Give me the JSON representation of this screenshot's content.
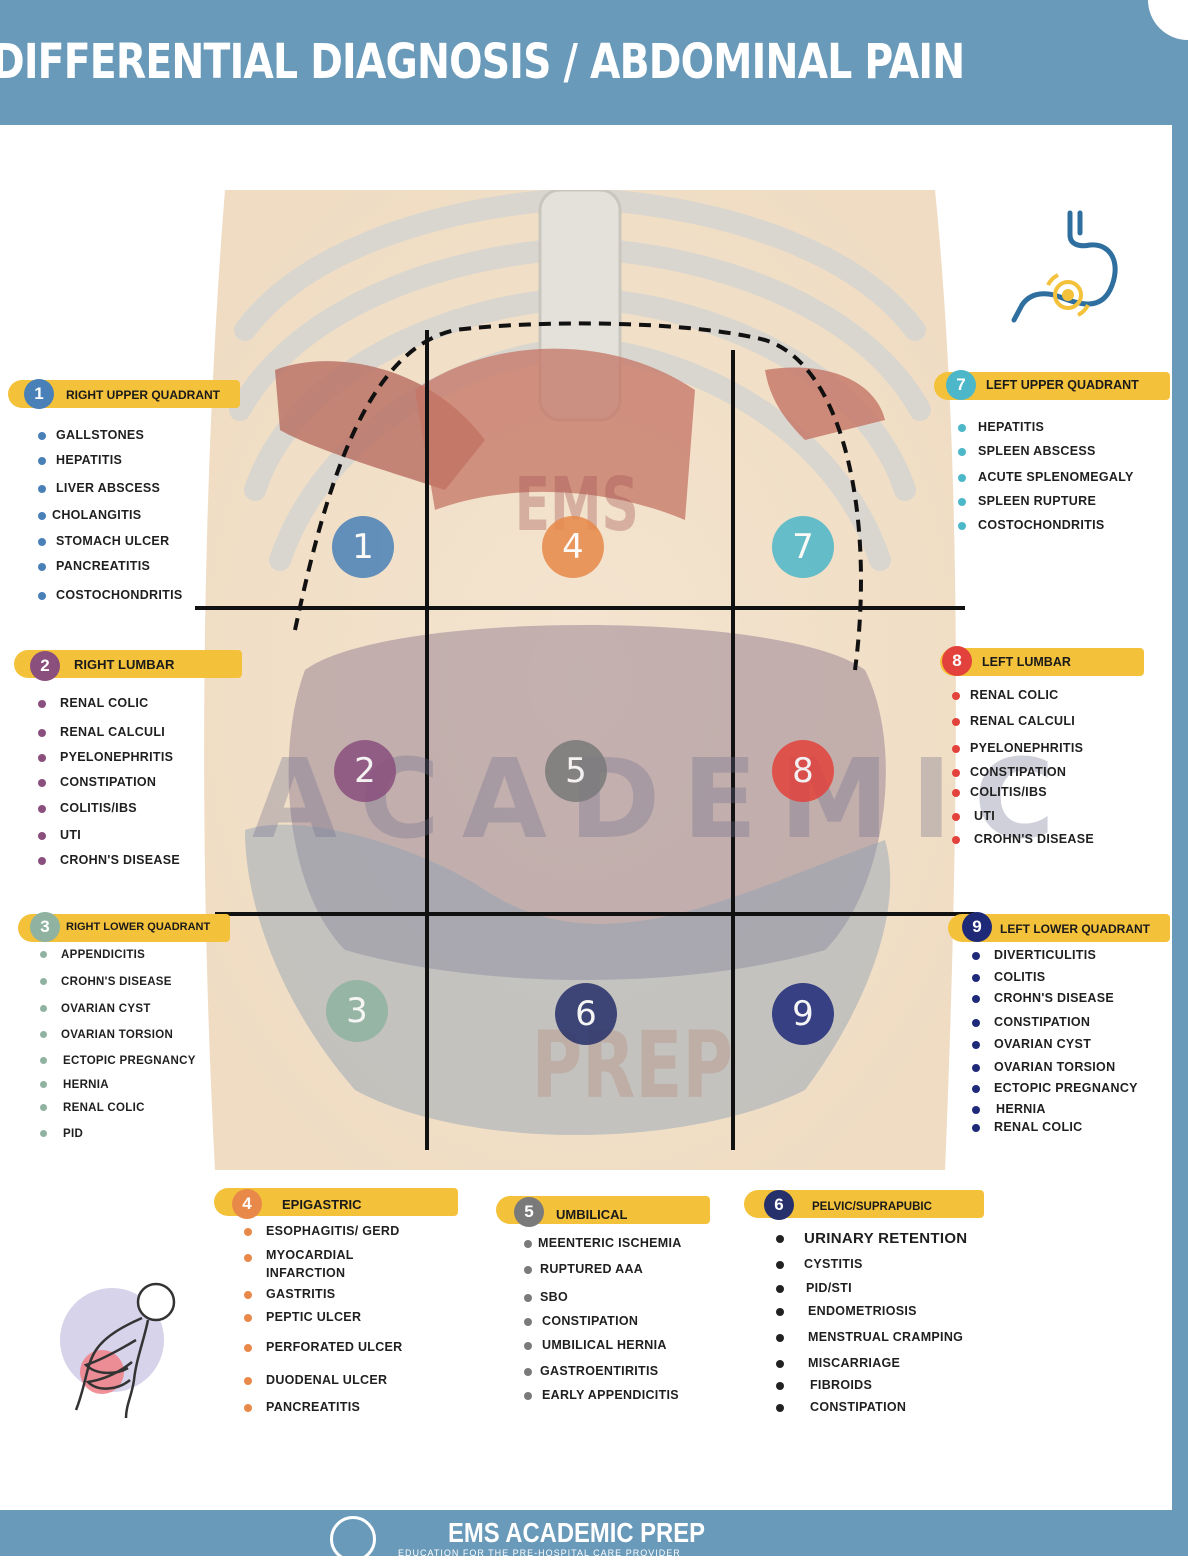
{
  "title": "DIFFERENTIAL DIAGNOSIS / ABDOMINAL PAIN LOCATION",
  "colors": {
    "frame": "#6a9ab9",
    "pill": "#f4c13a",
    "r1": "#4a80b8",
    "r2": "#8a4f7d",
    "r3": "#8fb3a0",
    "r4": "#e8894a",
    "r5": "#7a7a7a",
    "r6": "#26306a",
    "r7": "#4cb7c8",
    "r8": "#e2423b",
    "r9": "#1e2a78"
  },
  "watermark": {
    "top": "EMS",
    "middle": "ACADEMIC",
    "bottom": "PREP"
  },
  "regions": [
    {
      "num": "1",
      "title": "RIGHT UPPER QUADRANT",
      "items": [
        "GALLSTONES",
        "HEPATITIS",
        "LIVER ABSCESS",
        "CHOLANGITIS",
        "STOMACH ULCER",
        "PANCREATITIS",
        "COSTOCHONDRITIS"
      ]
    },
    {
      "num": "2",
      "title": "RIGHT LUMBAR",
      "items": [
        "RENAL COLIC",
        "RENAL CALCULI",
        "PYELONEPHRITIS",
        "CONSTIPATION",
        "COLITIS/IBS",
        "UTI",
        "CROHN'S DISEASE"
      ]
    },
    {
      "num": "3",
      "title": "RIGHT LOWER QUADRANT",
      "items": [
        "APPENDICITIS",
        "CROHN'S DISEASE",
        "OVARIAN CYST",
        "OVARIAN TORSION",
        "ECTOPIC PREGNANCY",
        "HERNIA",
        "RENAL COLIC",
        "PID"
      ]
    },
    {
      "num": "4",
      "title": "EPIGASTRIC",
      "items": [
        "ESOPHAGITIS/ GERD",
        "MYOCARDIAL INFARCTION",
        "GASTRITIS",
        "PEPTIC ULCER",
        "PERFORATED ULCER",
        "DUODENAL ULCER",
        "PANCREATITIS"
      ]
    },
    {
      "num": "5",
      "title": "UMBILICAL",
      "items": [
        "MEENTERIC ISCHEMIA",
        "RUPTURED AAA",
        "SBO",
        "CONSTIPATION",
        "UMBILICAL HERNIA",
        "GASTROENTIRITIS",
        "EARLY APPENDICITIS"
      ]
    },
    {
      "num": "6",
      "title": "PELVIC/SUPRAPUBIC",
      "items": [
        "URINARY RETENTION",
        "CYSTITIS",
        "PID/STI",
        "ENDOMETRIOSIS",
        "MENSTRUAL CRAMPING",
        "MISCARRIAGE",
        "FIBROIDS",
        "CONSTIPATION"
      ]
    },
    {
      "num": "7",
      "title": "LEFT UPPER QUADRANT",
      "items": [
        "HEPATITIS",
        "SPLEEN ABSCESS",
        "ACUTE SPLENOMEGALY",
        "SPLEEN RUPTURE",
        "COSTOCHONDRITIS"
      ]
    },
    {
      "num": "8",
      "title": "LEFT LUMBAR",
      "items": [
        "RENAL COLIC",
        "RENAL CALCULI",
        "PYELONEPHRITIS",
        "CONSTIPATION",
        "COLITIS/IBS",
        "UTI",
        "CROHN'S DISEASE"
      ]
    },
    {
      "num": "9",
      "title": "LEFT LOWER QUADRANT",
      "items": [
        "DIVERTICULITIS",
        "COLITIS",
        "CROHN'S DISEASE",
        "CONSTIPATION",
        "OVARIAN CYST",
        "OVARIAN TORSION",
        "ECTOPIC PREGNANCY",
        "HERNIA",
        "RENAL COLIC"
      ]
    }
  ],
  "footer": {
    "title": "EMS ACADEMIC PREP",
    "subtitle": "EDUCATION FOR THE PRE-HOSPITAL CARE PROVIDER"
  }
}
